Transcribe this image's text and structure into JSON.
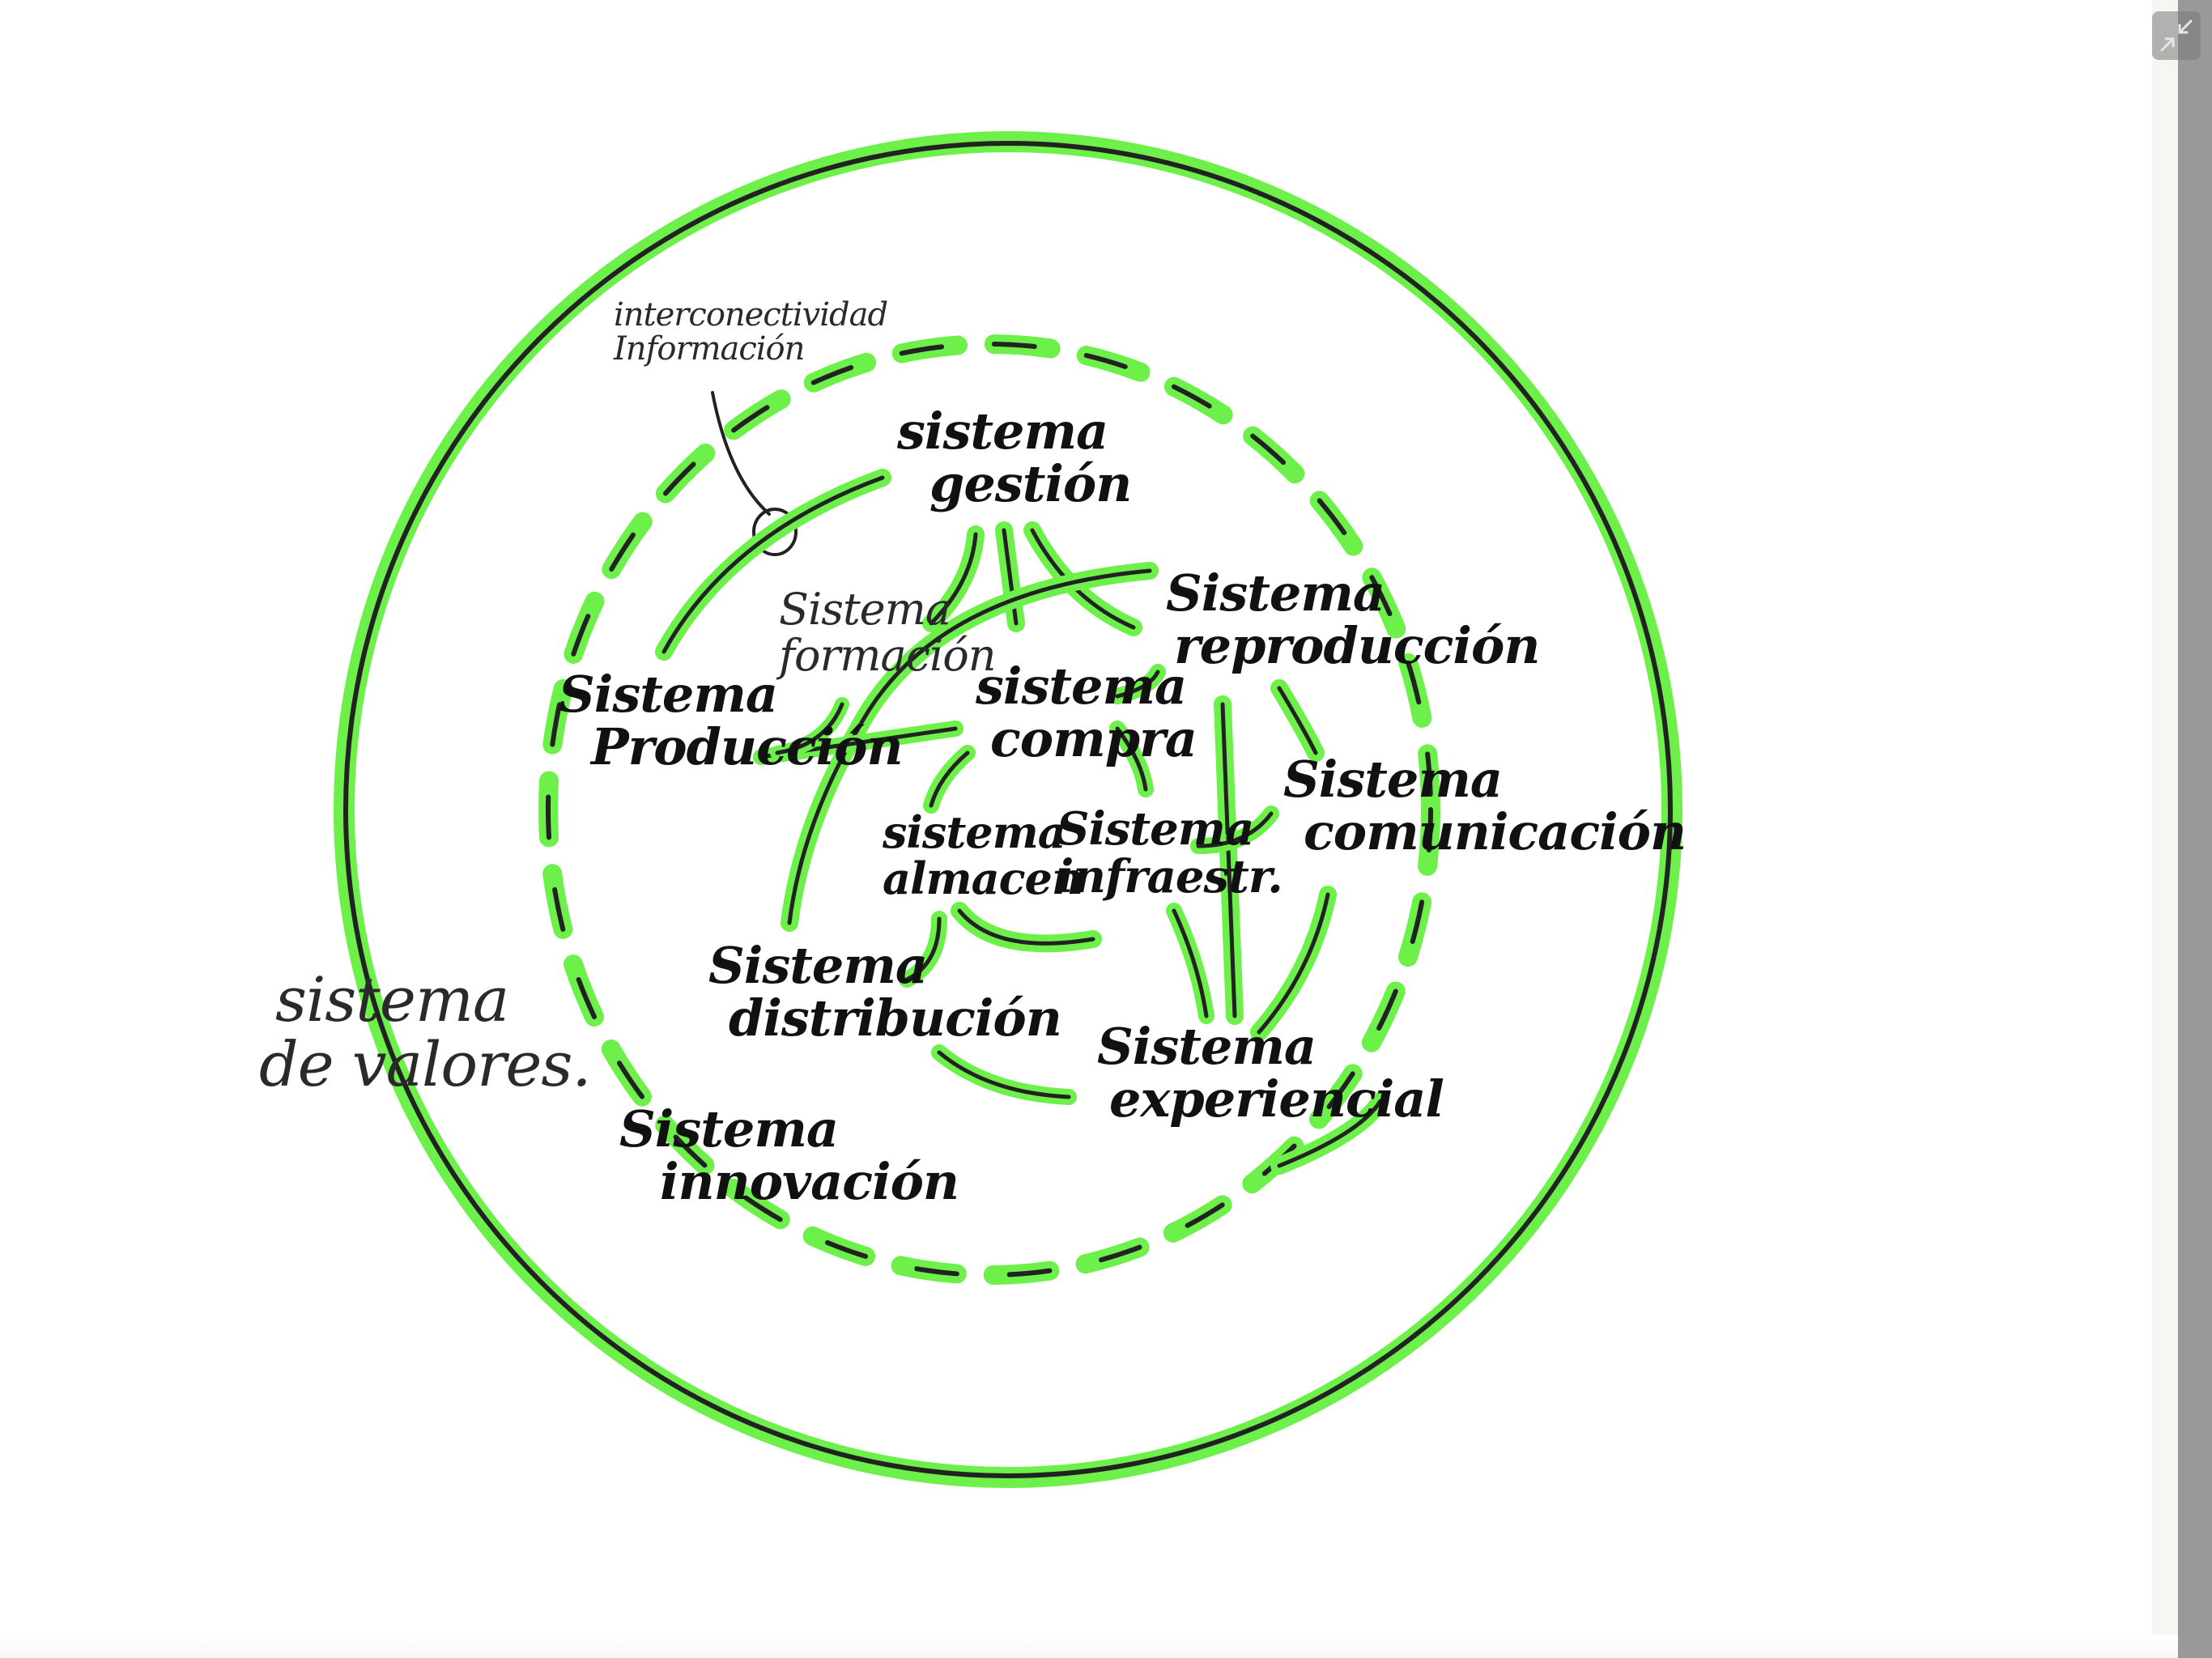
{
  "viewer": {
    "collapse_button": {
      "icon": "collapse-arrows-icon",
      "label": "Exit fullscreen"
    }
  },
  "diagram": {
    "title": "Sistema de valores",
    "colors": {
      "highlight": "#6ef04a",
      "ink": "#1a1a1a",
      "background": "#ffffff",
      "rail": "#999999"
    },
    "outer_label": {
      "line1": "sistema",
      "line2": "de valores."
    },
    "annotation": {
      "line1": "interconectividad",
      "line2": "Información"
    },
    "nodes": [
      {
        "id": "gestion",
        "line1": "sistema",
        "line2": "gestión"
      },
      {
        "id": "reproduccion",
        "line1": "Sistema",
        "line2": "reproducción"
      },
      {
        "id": "formacion",
        "line1": "Sistema",
        "line2": "formación"
      },
      {
        "id": "produccion",
        "line1": "Sistema",
        "line2": "Producción"
      },
      {
        "id": "compra",
        "line1": "sistema",
        "line2": "compra"
      },
      {
        "id": "almacen",
        "line1": "sistema",
        "line2": "almacen"
      },
      {
        "id": "infraestructura",
        "line1": "Sistema",
        "line2": "infraestr."
      },
      {
        "id": "comunicacion",
        "line1": "Sistema",
        "line2": "comunicación"
      },
      {
        "id": "distribucion",
        "line1": "Sistema",
        "line2": "distribución"
      },
      {
        "id": "experiencial",
        "line1": "Sistema",
        "line2": "experiencial"
      },
      {
        "id": "innovacion",
        "line1": "Sistema",
        "line2": "innovación"
      }
    ]
  }
}
